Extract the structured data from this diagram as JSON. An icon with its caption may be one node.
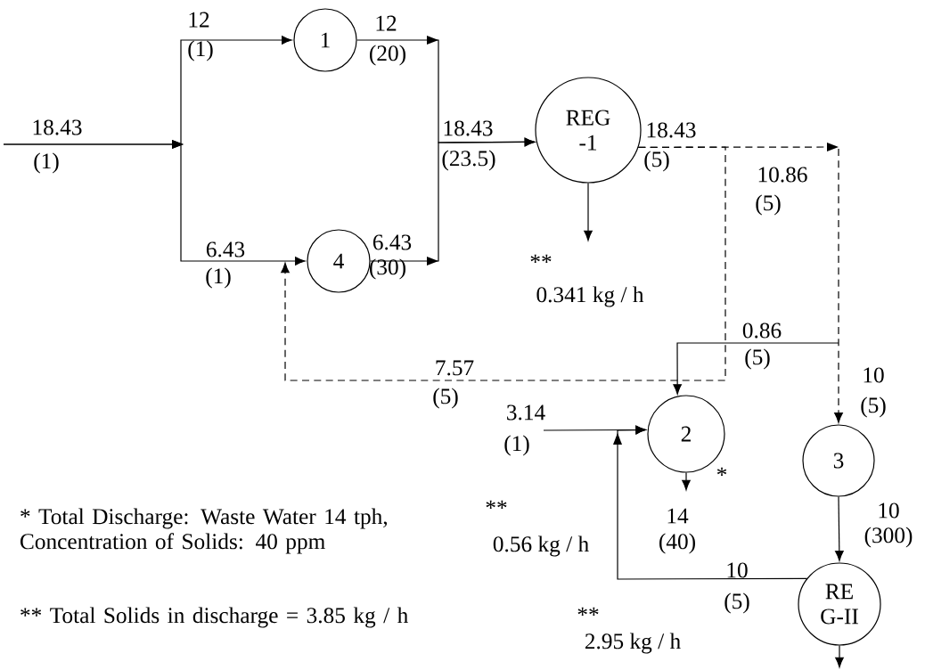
{
  "diagram": {
    "nodes": [
      {
        "text": [
          "1"
        ]
      },
      {
        "text": [
          "4"
        ]
      },
      {
        "text": [
          "REG -1"
        ]
      },
      {
        "text": [
          "2"
        ]
      },
      {
        "text": [
          "3"
        ]
      },
      {
        "text": [
          "RE G-II"
        ]
      }
    ],
    "edges": [
      {
        "from": null,
        "to": 0,
        "arrow": "to"
      },
      {
        "from": null,
        "to": 1,
        "arrow": "to"
      },
      {
        "from": 0,
        "to": 2,
        "arrow": "to"
      },
      {
        "from": 1,
        "to": 2,
        "arrow": "to"
      },
      {
        "from": 2,
        "to": null,
        "arrow": "to"
      },
      {
        "from": 2,
        "to": 1,
        "arrow": "to",
        "style": "dashed"
      },
      {
        "from": 2,
        "to": 4,
        "arrow": "to",
        "style": "dashed"
      },
      {
        "from": null,
        "to": 3,
        "arrow": "to"
      },
      {
        "from": 3,
        "to": null,
        "arrow": "to"
      },
      {
        "from": null,
        "to": 3,
        "arrow": "to"
      },
      {
        "from": 5,
        "to": 3,
        "arrow": "to"
      },
      {
        "from": 4,
        "to": 5,
        "arrow": "to"
      },
      {
        "from": 5,
        "to": null,
        "arrow": "to"
      }
    ],
    "labels": [
      "12",
      "(1)",
      "12",
      "(20)",
      "18.43",
      "(1)",
      "18.43",
      "(23.5)",
      "18.43",
      "(5)",
      "10.86",
      "(5)",
      "6.43",
      "(1)",
      "6.43",
      "(30)",
      "**",
      "0.341 kg / h",
      "0.86",
      "(5)",
      "7.57",
      "10",
      "(5)",
      "(5)",
      "3.14",
      "(1)",
      "*",
      "**",
      "14",
      "10",
      "* Total Discharge: Waste Water 14 tph, Concentration of Solids: 40 ppm",
      "0.56 kg / h",
      "(40)",
      "(300)",
      "10",
      "(5)",
      "** Total Solids in discharge = 3.85 kg / h",
      "**",
      "2.95 kg / h"
    ]
  }
}
